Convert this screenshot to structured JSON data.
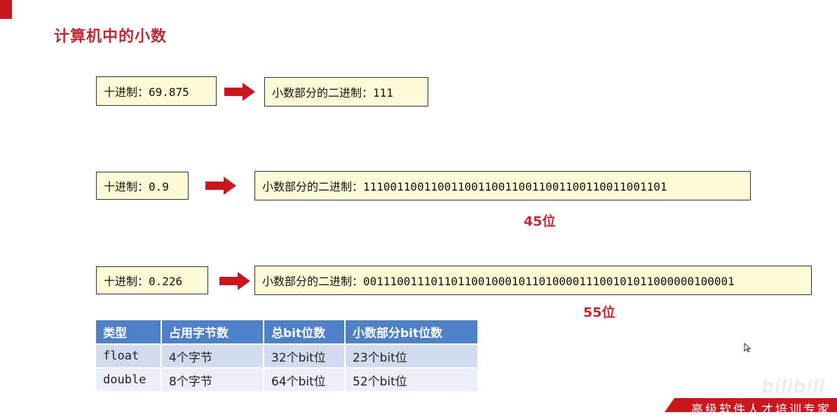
{
  "title": "计算机中的小数",
  "examples": [
    {
      "decimal": "十进制：69.875",
      "binary": "小数部分的二进制：111",
      "bits": ""
    },
    {
      "decimal": "十进制：0.9",
      "binary": "小数部分的二进制：111001100110011001100110011001100110011001101",
      "bits": "45位"
    },
    {
      "decimal": "十进制：0.226",
      "binary": "小数部分的二进制：0011100111011011001000101101000011100101011000000100001",
      "bits": "55位"
    }
  ],
  "table": {
    "headers": [
      "类型",
      "占用字节数",
      "总bit位数",
      "小数部分bit位数"
    ],
    "rows": [
      [
        "float",
        "4个字节",
        "32个bit位",
        "23个bit位"
      ],
      [
        "double",
        "8个字节",
        "64个bit位",
        "52个bit位"
      ]
    ]
  },
  "watermark": "bilibili",
  "footer": "高级软件人才培训专家",
  "colors": {
    "accent": "#c0292f",
    "header_blue": "#4d80c6",
    "box_fill": "#fffbd6"
  }
}
